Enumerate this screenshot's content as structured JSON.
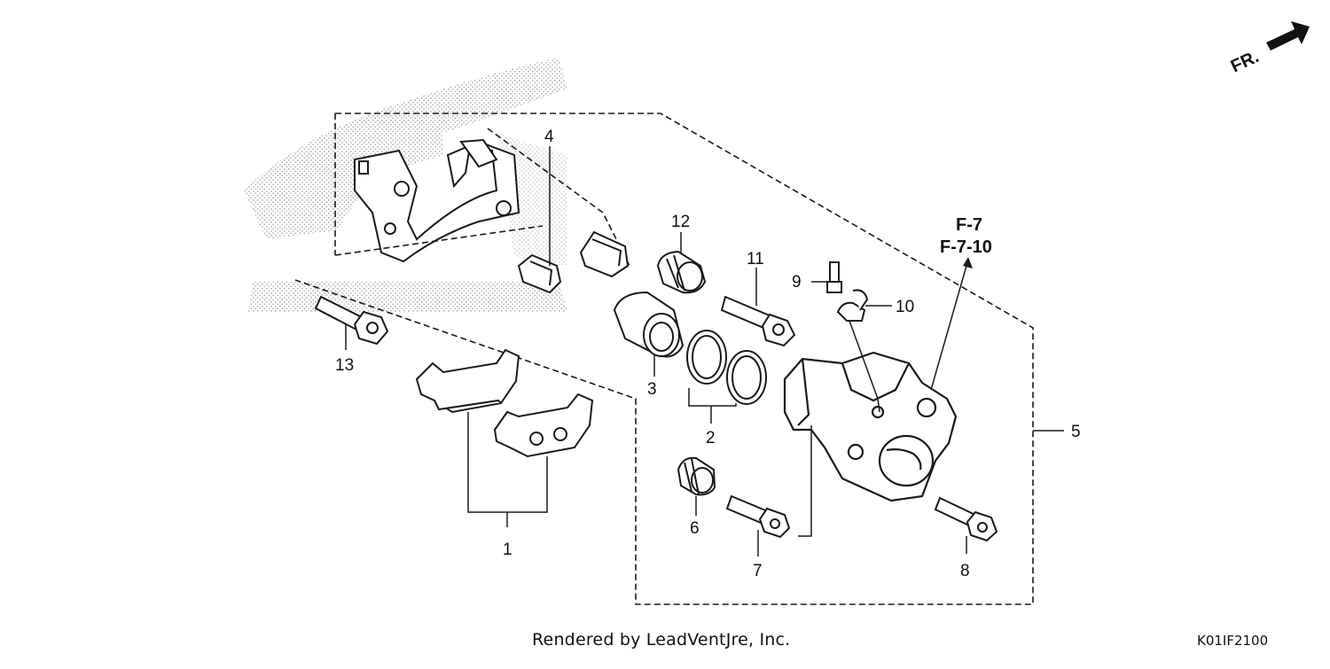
{
  "diagram": {
    "direction_label": "FR.",
    "ref_codes": [
      "F-7",
      "F-7-10"
    ],
    "callouts": [
      {
        "id": "1",
        "part": "pad-set"
      },
      {
        "id": "2",
        "part": "piston-seal-set"
      },
      {
        "id": "3",
        "part": "piston"
      },
      {
        "id": "4",
        "part": "pad-spring"
      },
      {
        "id": "5",
        "part": "caliper-assembly"
      },
      {
        "id": "6",
        "part": "boot"
      },
      {
        "id": "7",
        "part": "pin-bolt"
      },
      {
        "id": "8",
        "part": "flange-bolt"
      },
      {
        "id": "9",
        "part": "bleeder-screw"
      },
      {
        "id": "10",
        "part": "bleeder-cap"
      },
      {
        "id": "11",
        "part": "pin-bolt"
      },
      {
        "id": "12",
        "part": "boot"
      },
      {
        "id": "13",
        "part": "flange-bolt"
      }
    ]
  },
  "footer": {
    "credit": "Rendered by LeadVentJre, Inc.",
    "figure_code": "K01IF2100"
  },
  "colors": {
    "line": "#1a1a1a",
    "hatch": "#c8c8c8",
    "background": "#ffffff"
  }
}
